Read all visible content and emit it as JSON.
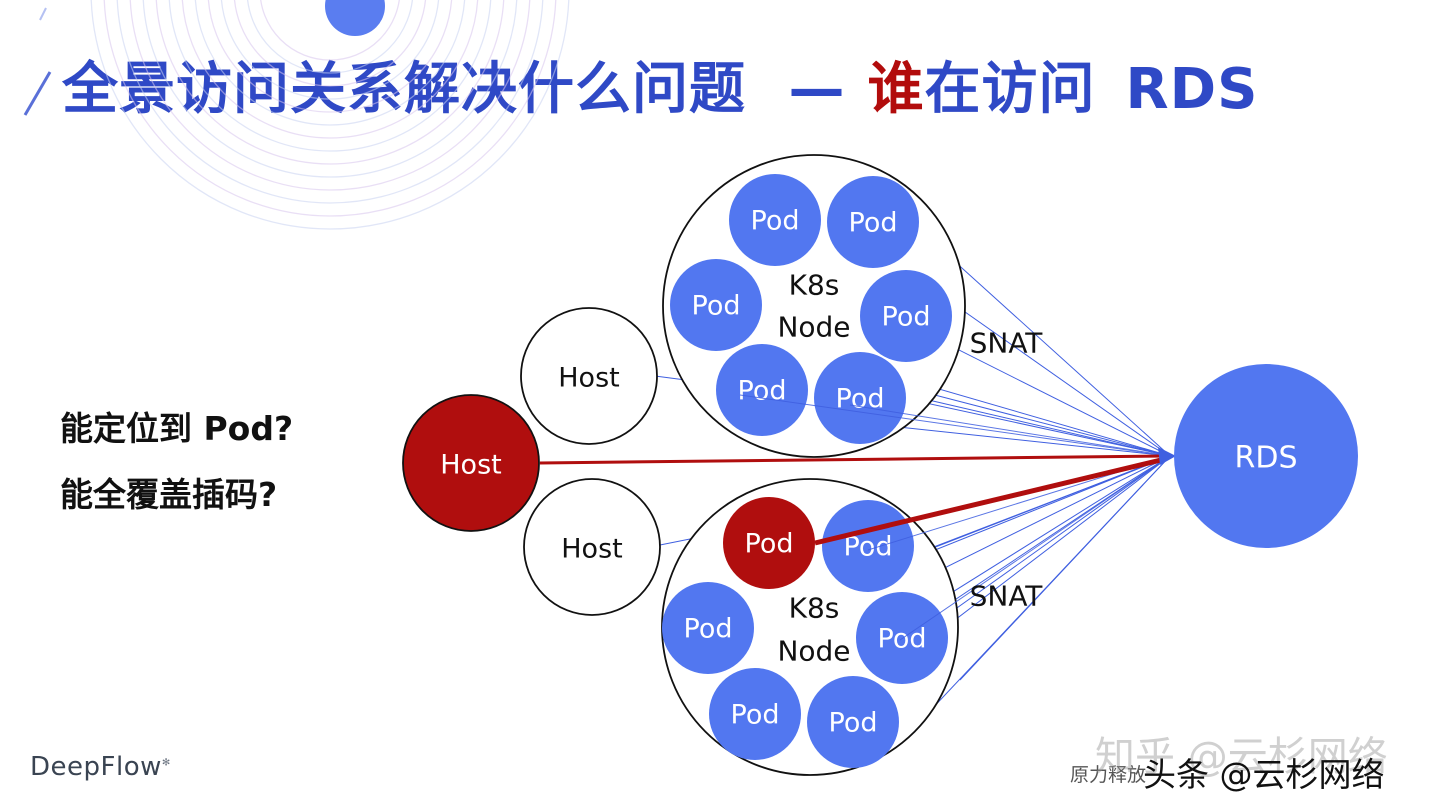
{
  "title": {
    "prefix": "全景访问关系解决什么问题",
    "dash": "—",
    "highlight": "谁",
    "suffix": "在访问",
    "target": "RDS"
  },
  "questions": [
    "能定位到 Pod?",
    "能全覆盖插码?"
  ],
  "labels": {
    "pod": "Pod",
    "host": "Host",
    "k8s": "K8s",
    "node": "Node",
    "snat": "SNAT",
    "rds": "RDS"
  },
  "colors": {
    "title_blue": "#2f49c6",
    "highlight_red": "#b20c0c",
    "pod_blue": "#5277f0",
    "line_blue": "#3f5fe0",
    "red_fill": "#b00e0e"
  },
  "brand": "DeepFlow",
  "footer": {
    "caption": "原力释放",
    "watermark": "知乎 @云杉网络",
    "credit": "头条 @云杉网络"
  }
}
